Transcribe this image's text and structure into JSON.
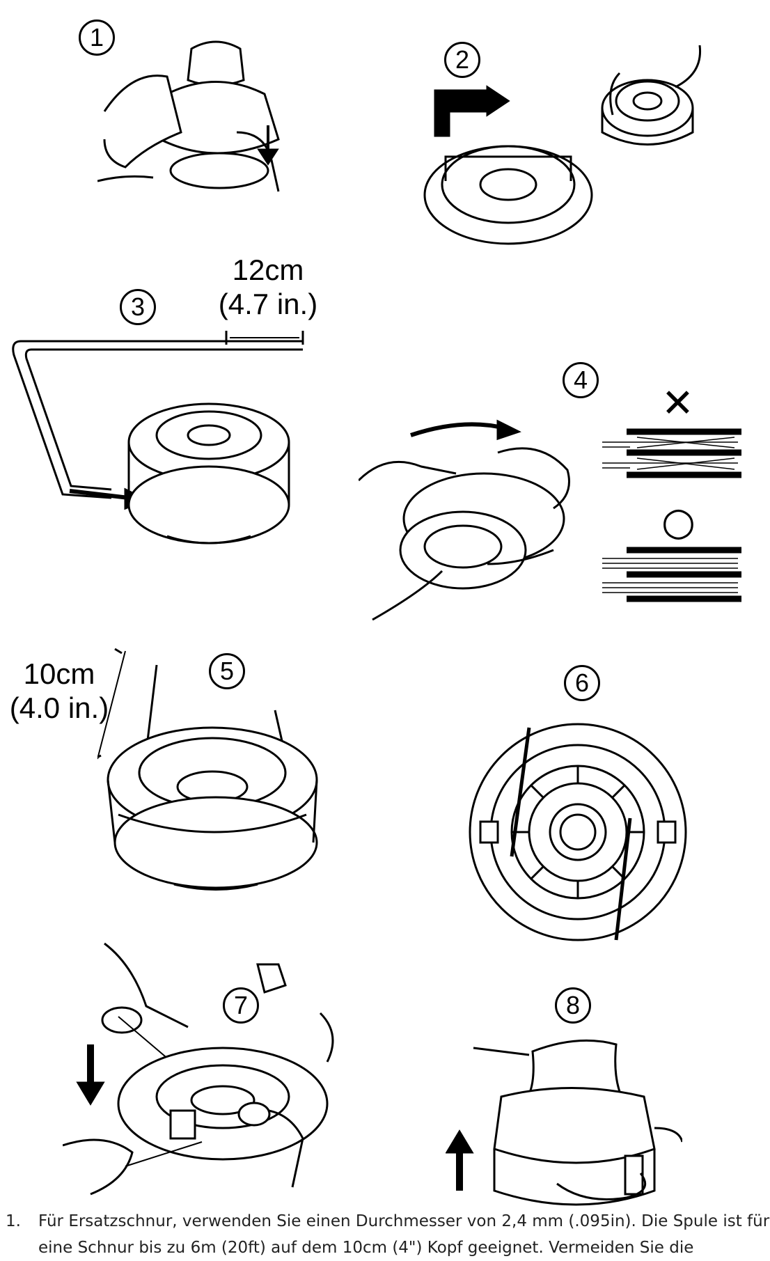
{
  "steps": [
    {
      "number": "1"
    },
    {
      "number": "2"
    },
    {
      "number": "3",
      "measure_cm": "12cm",
      "measure_in": "(4.7 in.)"
    },
    {
      "number": "4",
      "wrong_symbol": "✕",
      "right_symbol": "○"
    },
    {
      "number": "5",
      "measure_cm": "10cm",
      "measure_in": "(4.0 in.)"
    },
    {
      "number": "6"
    },
    {
      "number": "7"
    },
    {
      "number": "8"
    }
  ],
  "note": {
    "index": "1.",
    "line1": "Für Ersatzschnur, verwenden Sie einen Durchmesser von 2,4 mm (.095in). Die Spule ist für",
    "line2": "eine Schnur bis zu 6m (20ft) auf dem 10cm (4\") Kopf geeignet. Vermeiden Sie die"
  }
}
